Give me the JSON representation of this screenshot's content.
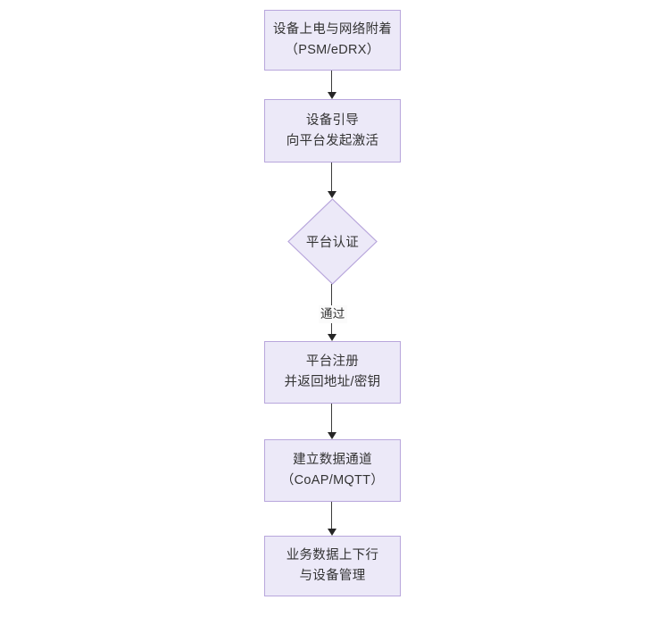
{
  "diagram": {
    "type": "flowchart",
    "orientation": "top-to-bottom",
    "colors": {
      "node_fill": "#ece9f8",
      "node_border": "#b8a6dc",
      "node_text": "#333333",
      "edge_line": "#3b3b3b",
      "arrow_head": "#262626",
      "background": "#ffffff"
    },
    "nodes": [
      {
        "id": "n1",
        "shape": "rectangle",
        "line1": "设备上电与网络附着",
        "line2": "（PSM/eDRX）"
      },
      {
        "id": "n2",
        "shape": "rectangle",
        "line1": "设备引导",
        "line2": "向平台发起激活"
      },
      {
        "id": "n3",
        "shape": "diamond",
        "line1": "平台认证",
        "line2": ""
      },
      {
        "id": "n4",
        "shape": "rectangle",
        "line1": "平台注册",
        "line2": "并返回地址/密钥"
      },
      {
        "id": "n5",
        "shape": "rectangle",
        "line1": "建立数据通道",
        "line2": "（CoAP/MQTT）"
      },
      {
        "id": "n6",
        "shape": "rectangle",
        "line1": "业务数据上下行",
        "line2": "与设备管理"
      }
    ],
    "edges": [
      {
        "from": "n1",
        "to": "n2",
        "label": ""
      },
      {
        "from": "n2",
        "to": "n3",
        "label": ""
      },
      {
        "from": "n3",
        "to": "n4",
        "label": "通过"
      },
      {
        "from": "n4",
        "to": "n5",
        "label": ""
      },
      {
        "from": "n5",
        "to": "n6",
        "label": ""
      }
    ]
  }
}
